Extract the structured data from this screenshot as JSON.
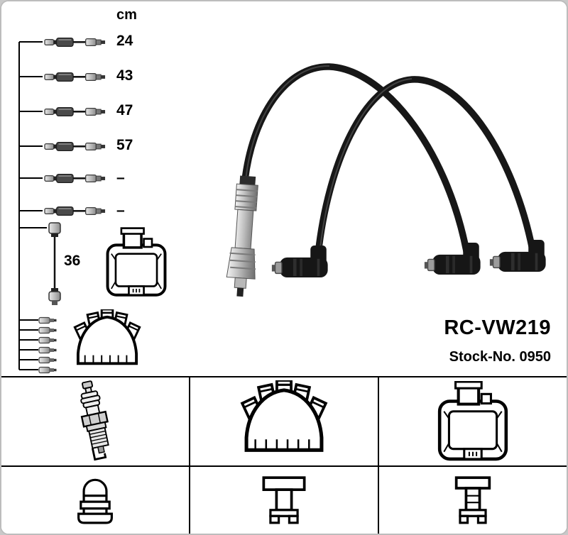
{
  "product": {
    "code": "RC-VW219",
    "stock": "Stock-No. 0950"
  },
  "measurements": {
    "unit": "cm",
    "cable_lengths": [
      "24",
      "43",
      "47",
      "57",
      "–",
      "–"
    ],
    "coil_cable_length": "36"
  },
  "legend": {
    "top_row_icons": [
      "spark-plug-icon",
      "distributor-cap-icon",
      "ignition-coil-icon"
    ],
    "bottom_row_icons": [
      "boot-connector-icon",
      "wide-connector-icon",
      "narrow-connector-icon"
    ]
  },
  "colors": {
    "cable_black": "#171717",
    "grid_line": "#000000",
    "background": "#ffffff",
    "frame_gray": "#c9c9c9"
  }
}
